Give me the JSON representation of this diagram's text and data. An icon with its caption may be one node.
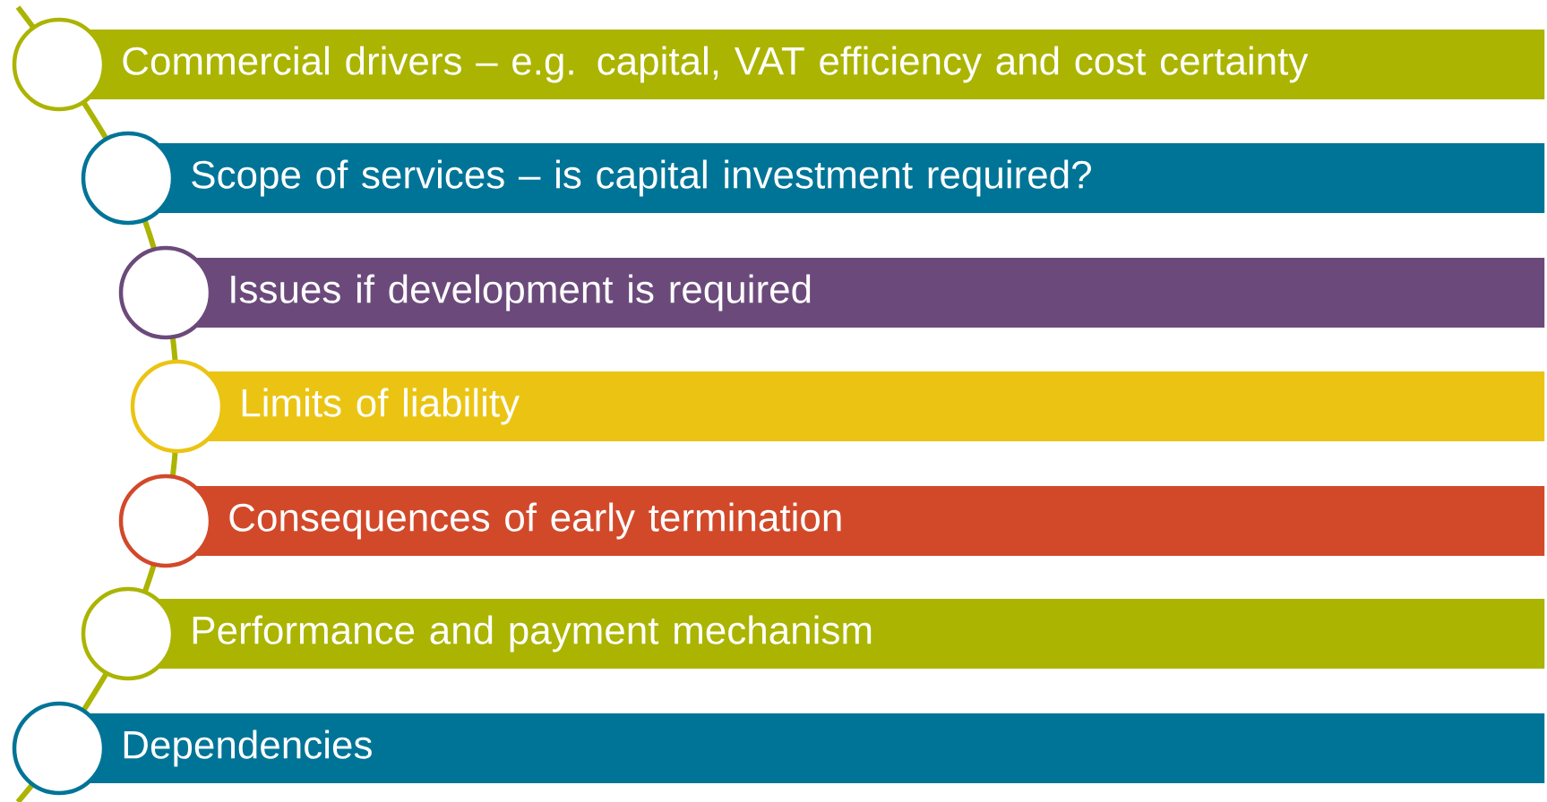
{
  "diagram": {
    "nodes": [
      {
        "text": [
          "Commercial drivers – e.g. capital, VAT efficiency and cost certainty"
        ]
      },
      {
        "text": [
          "Scope of services – is capital investment required?"
        ]
      },
      {
        "text": [
          "Issues if development is required"
        ]
      },
      {
        "text": [
          "Limits of liability"
        ]
      },
      {
        "text": [
          "Consequences of early termination"
        ]
      },
      {
        "text": [
          "Performance and payment mechanism"
        ]
      },
      {
        "text": [
          "Dependencies"
        ]
      }
    ]
  }
}
